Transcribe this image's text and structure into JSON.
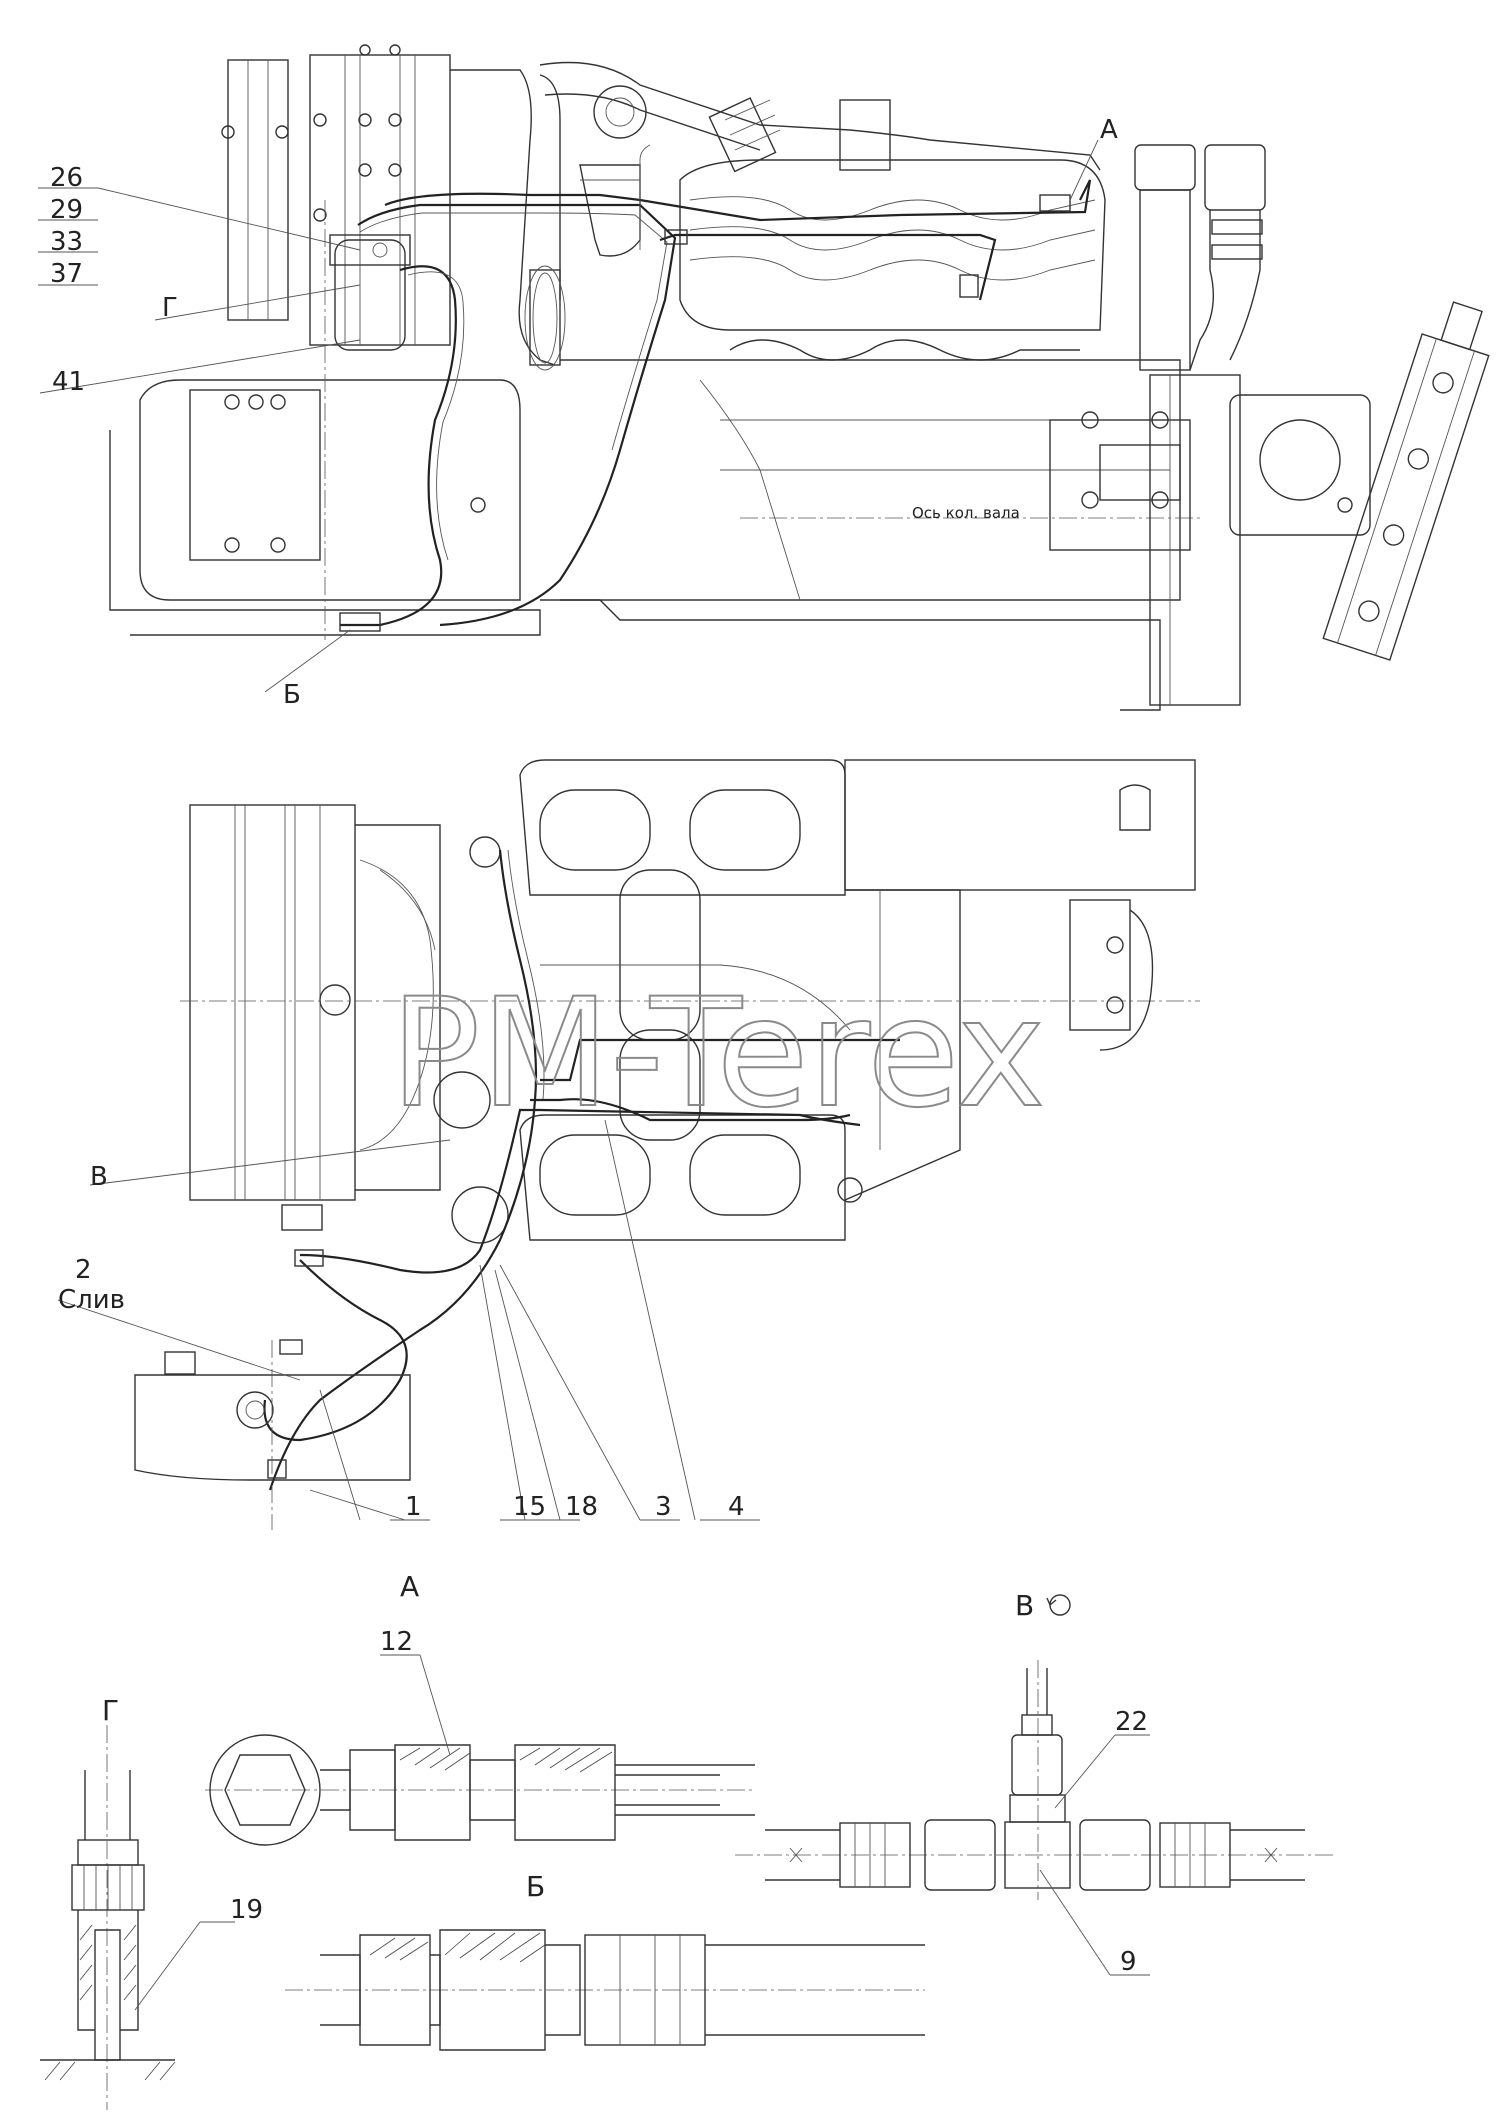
{
  "labels": {
    "p26": "26",
    "p29": "29",
    "p33": "33",
    "p37": "37",
    "g_top": "Г",
    "p41": "41",
    "a_top": "А",
    "b_top": "Б",
    "axis_text": "Ось кол. вала",
    "v": "В",
    "p2": "2",
    "sliv": "Слив",
    "p1": "1",
    "p15": "15",
    "p18": "18",
    "p3": "3",
    "p4": "4",
    "view_a": "А",
    "view_v": "В",
    "p12": "12",
    "p22": "22",
    "view_g": "Г",
    "p19": "19",
    "view_b": "Б",
    "p9": "9"
  },
  "watermark": "PM-Terex",
  "icons": [
    "rotation-arrow-icon"
  ]
}
